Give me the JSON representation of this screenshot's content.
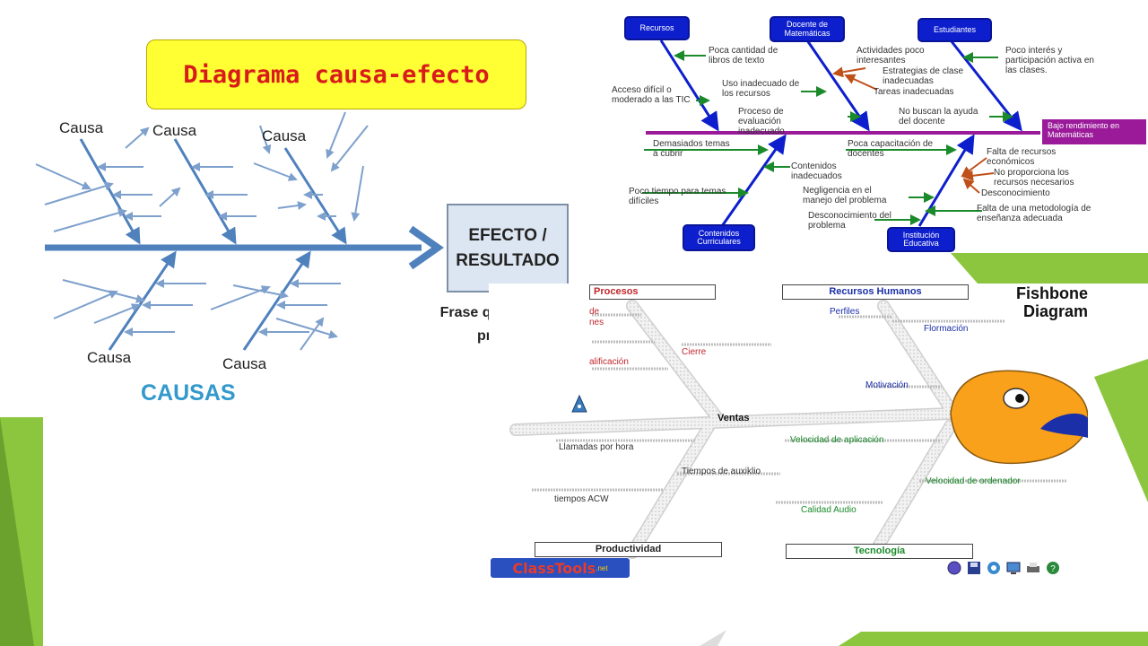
{
  "slide": {
    "title": "Diagrama causa-efecto",
    "colors": {
      "accent_green": "#8cc63f",
      "title_bg": "#ffff33",
      "title_text": "#d81b1b",
      "arrow_blue": "#4f81bd"
    }
  },
  "left_diagram": {
    "causes": [
      "Causa",
      "Causa",
      "Causa",
      "Causa",
      "Causa"
    ],
    "effect": "EFECTO / RESULTADO",
    "summary": "Frase que resume el problema",
    "causes_heading": "CAUSAS"
  },
  "top_right_diagram": {
    "effect": "Bajo rendimiento en Matemáticas",
    "categories": [
      "Recursos",
      "Docente de Matemáticas",
      "Estudiantes",
      "Contenidos Curriculares",
      "Institución Educativa"
    ],
    "recursos_items": [
      "Poca cantidad de libros de texto",
      "Acceso difícil o moderado a las TIC",
      "Uso inadecuado de los recursos"
    ],
    "docente_items": [
      "Actividades poco interesantes",
      "Estrategias de clase inadecuadas",
      "Tareas inadecuadas",
      "Proceso de evaluación inadecuado"
    ],
    "estudiantes_items": [
      "Poco interés y participación activa en las clases.",
      "No buscan la ayuda del docente"
    ],
    "contenidos_items": [
      "Demasiados temas a cubrir",
      "Contenidos inadecuados",
      "Poco tiempo para temas difíciles"
    ],
    "institucion_items": [
      "Poca capacitación de docentes",
      "Falta de recursos económicos",
      "No proporciona los recursos necesarios",
      "Desconocimiento",
      "Negligencia en el manejo del problema",
      "Falta de una metodología de enseñanza adecuada",
      "Desconocimiento del problema"
    ]
  },
  "fishbone_tool": {
    "title": "Fishbone Diagram",
    "spine_label": "Ventas",
    "categories": [
      "Procesos",
      "Recursos Humanos",
      "Productividad",
      "Tecnología"
    ],
    "procesos_items": [
      "de",
      "nes",
      "Cierre",
      "alificación"
    ],
    "rrhh_items": [
      "Perfiles",
      "Flormación",
      "Motivación"
    ],
    "productividad_items": [
      "Llamadas por hora",
      "Tiempos de auxiklio",
      "tiempos ACW"
    ],
    "tecnologia_items": [
      "Velocidad de aplicación",
      "Velocidad de ordenador",
      "Calidad Audio"
    ],
    "logo": "ClassTools",
    "logo_suffix": ".net",
    "toolbar_icons": [
      "globe-icon",
      "save-icon",
      "settings-icon",
      "monitor-icon",
      "print-icon",
      "help-icon"
    ]
  }
}
